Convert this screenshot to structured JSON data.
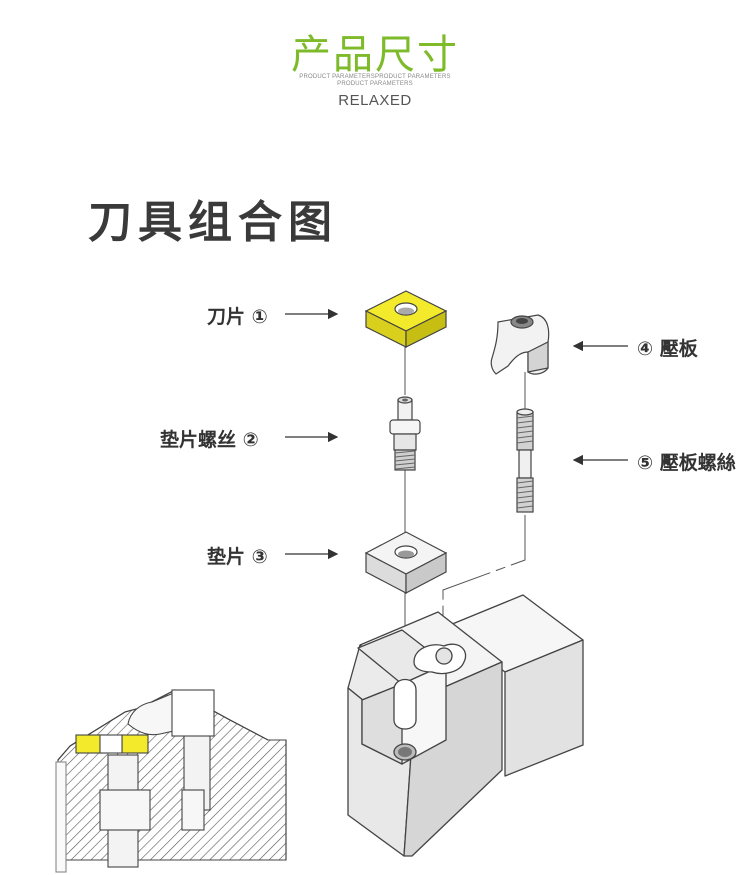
{
  "header": {
    "title": "产品尺寸",
    "subtitle_line1": "PRODUCT PARAMETERSPRODUCT PARAMETERS",
    "subtitle_line2": "PRODUCT PARAMETERS",
    "brand": "RELAXED"
  },
  "section": {
    "title": "刀具组合图"
  },
  "parts": [
    {
      "label": "刀片 ①"
    },
    {
      "label": "垫片螺丝 ②"
    },
    {
      "label": "垫片 ③"
    },
    {
      "label": "④ 壓板"
    },
    {
      "label": "⑤ 壓板螺絲"
    }
  ],
  "colors": {
    "title_green": "#7dbb2a",
    "insert_yellow": "#f2ea2b",
    "line": "#333333"
  }
}
